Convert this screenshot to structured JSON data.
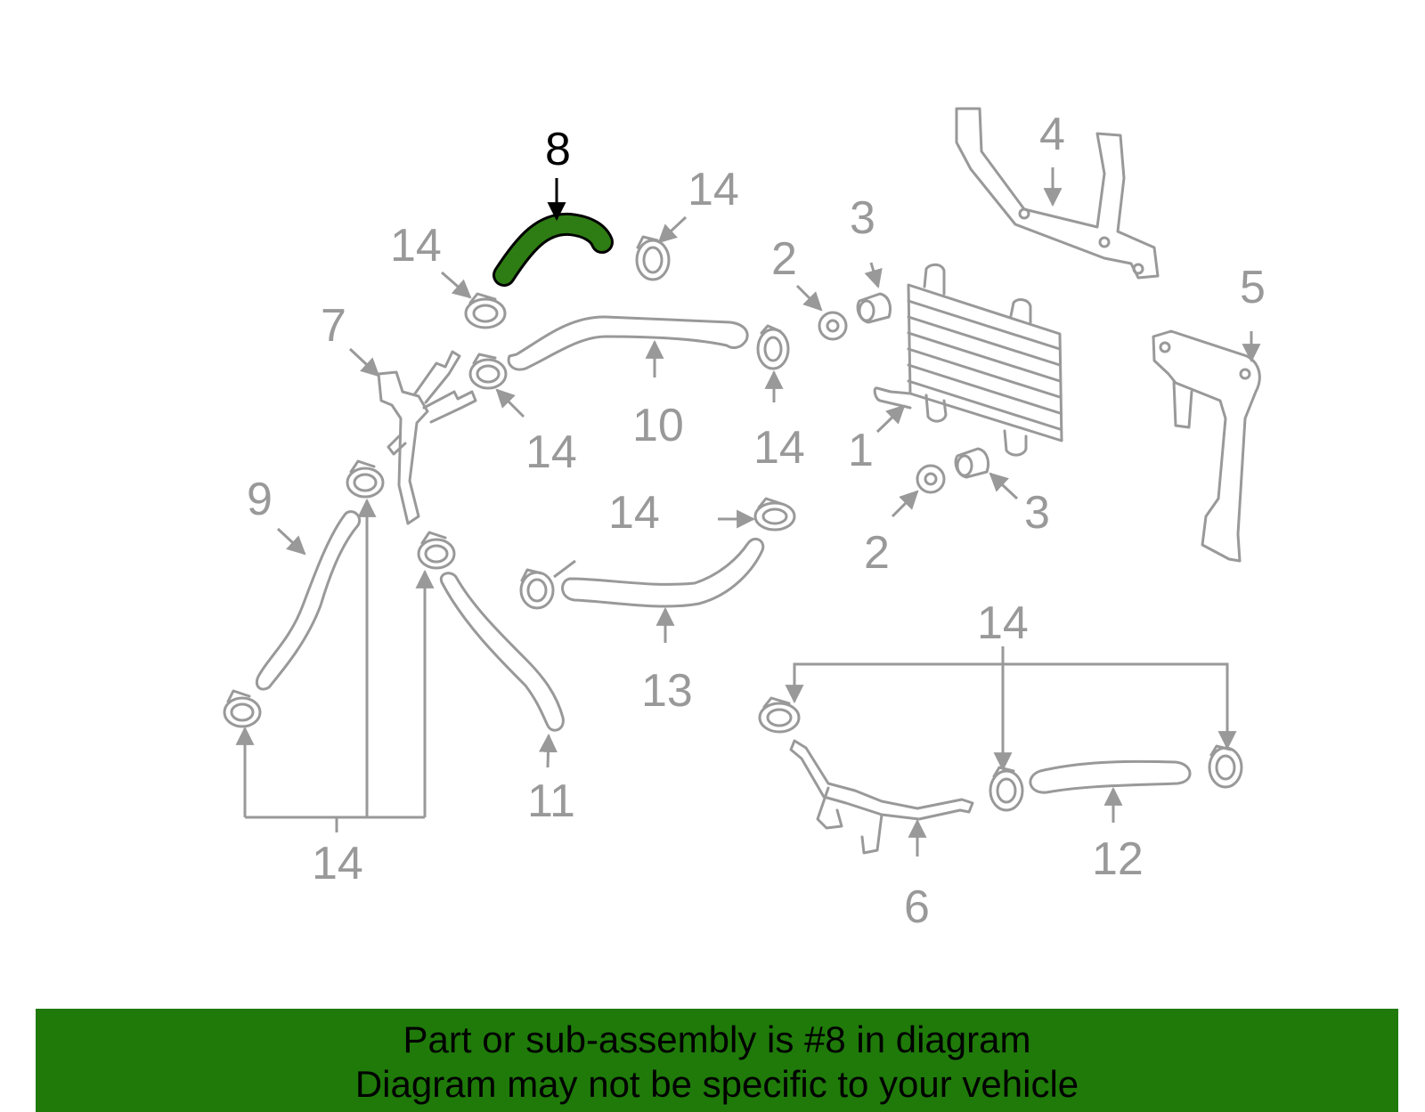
{
  "colors": {
    "highlight": "#2e7d14",
    "line": "#999999",
    "banner": "#1f7a0a"
  },
  "highlighted_part": "8",
  "callouts": {
    "c8": "8",
    "c14a": "14",
    "c14b": "14",
    "c4": "4",
    "c3a": "3",
    "c2a": "2",
    "c5": "5",
    "c7": "7",
    "c10": "10",
    "c14c": "14",
    "c14d": "14",
    "c1": "1",
    "c9": "9",
    "c14e": "14",
    "c2b": "2",
    "c3b": "3",
    "c13": "13",
    "c14f": "14",
    "c11": "11",
    "c14g": "14",
    "c12": "12",
    "c6": "6"
  },
  "banner": {
    "line1": "Part or sub-assembly is #8 in diagram",
    "line2": "Diagram may not be specific to your vehicle"
  }
}
